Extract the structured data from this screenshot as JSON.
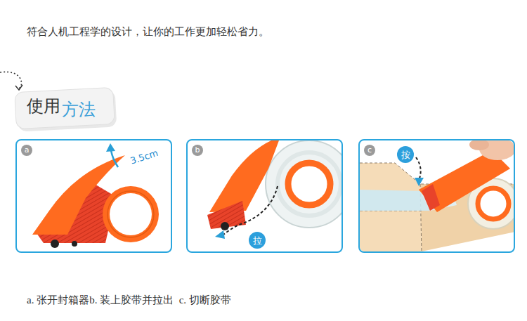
{
  "diagram": {
    "title": "符合人机工程学的设计，让你的工作更加轻松省力。",
    "caption": "a. 张开封箱器b. 装上胶带并拉出  c. 切断胶带",
    "nodes": [
      {
        "text": [
          "a"
        ]
      },
      {
        "text": [
          "b"
        ]
      },
      {
        "text": [
          "拉"
        ],
        "in": 1
      },
      {
        "text": [
          "c"
        ]
      },
      {
        "text": [
          "按"
        ],
        "in": 3
      }
    ],
    "labels": [
      "使用",
      "方法",
      "3.5cm"
    ]
  }
}
